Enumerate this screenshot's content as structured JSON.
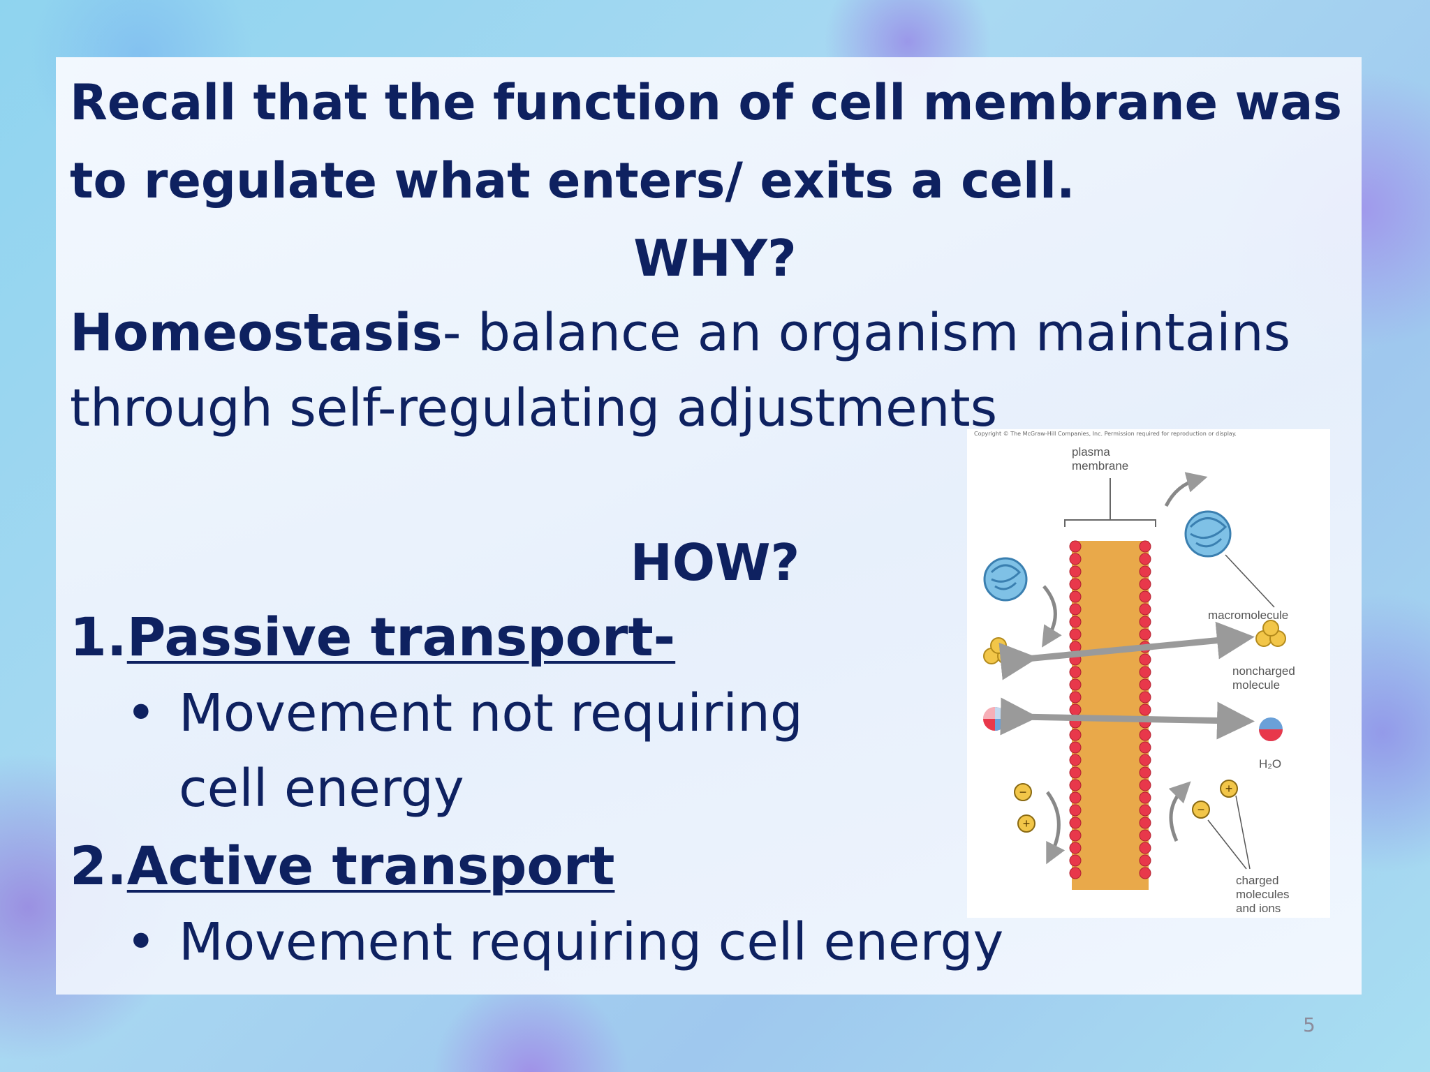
{
  "slide": {
    "title_line1": "Recall that the function of cell membrane was",
    "title_line2": "to regulate what enters/ exits a cell.",
    "why": "WHY?",
    "homeostasis_term": "Homeostasis",
    "homeostasis_def1": "- balance an organism maintains",
    "homeostasis_def2": "through self-regulating adjustments",
    "how": "HOW?",
    "item1_num": "1.",
    "item1_label": "Passive transport-",
    "item1_bullet_a": "Movement not requiring",
    "item1_bullet_b": "cell energy",
    "item2_num": "2.",
    "item2_label": "Active transport",
    "item2_bullet": "Movement requiring cell energy",
    "bullet_char": "•",
    "page_number": "5"
  },
  "diagram": {
    "copyright": "Copyright © The McGraw-Hill Companies, Inc. Permission required for reproduction or display.",
    "label_membrane_1": "plasma",
    "label_membrane_2": "membrane",
    "label_macromolecule": "macromolecule",
    "label_noncharged_1": "noncharged",
    "label_noncharged_2": "molecule",
    "label_water": "H₂O",
    "label_charged_1": "charged",
    "label_charged_2": "molecules",
    "label_charged_3": "and ions",
    "sign_minus": "−",
    "sign_plus": "+"
  },
  "colors": {
    "text": "#0e2160",
    "membrane_head": "#e8384b",
    "membrane_tail": "#e9a94a",
    "arrow": "#9a9a9a",
    "macromolecule": "#7fc1e6",
    "noncharged": "#f2c649"
  }
}
